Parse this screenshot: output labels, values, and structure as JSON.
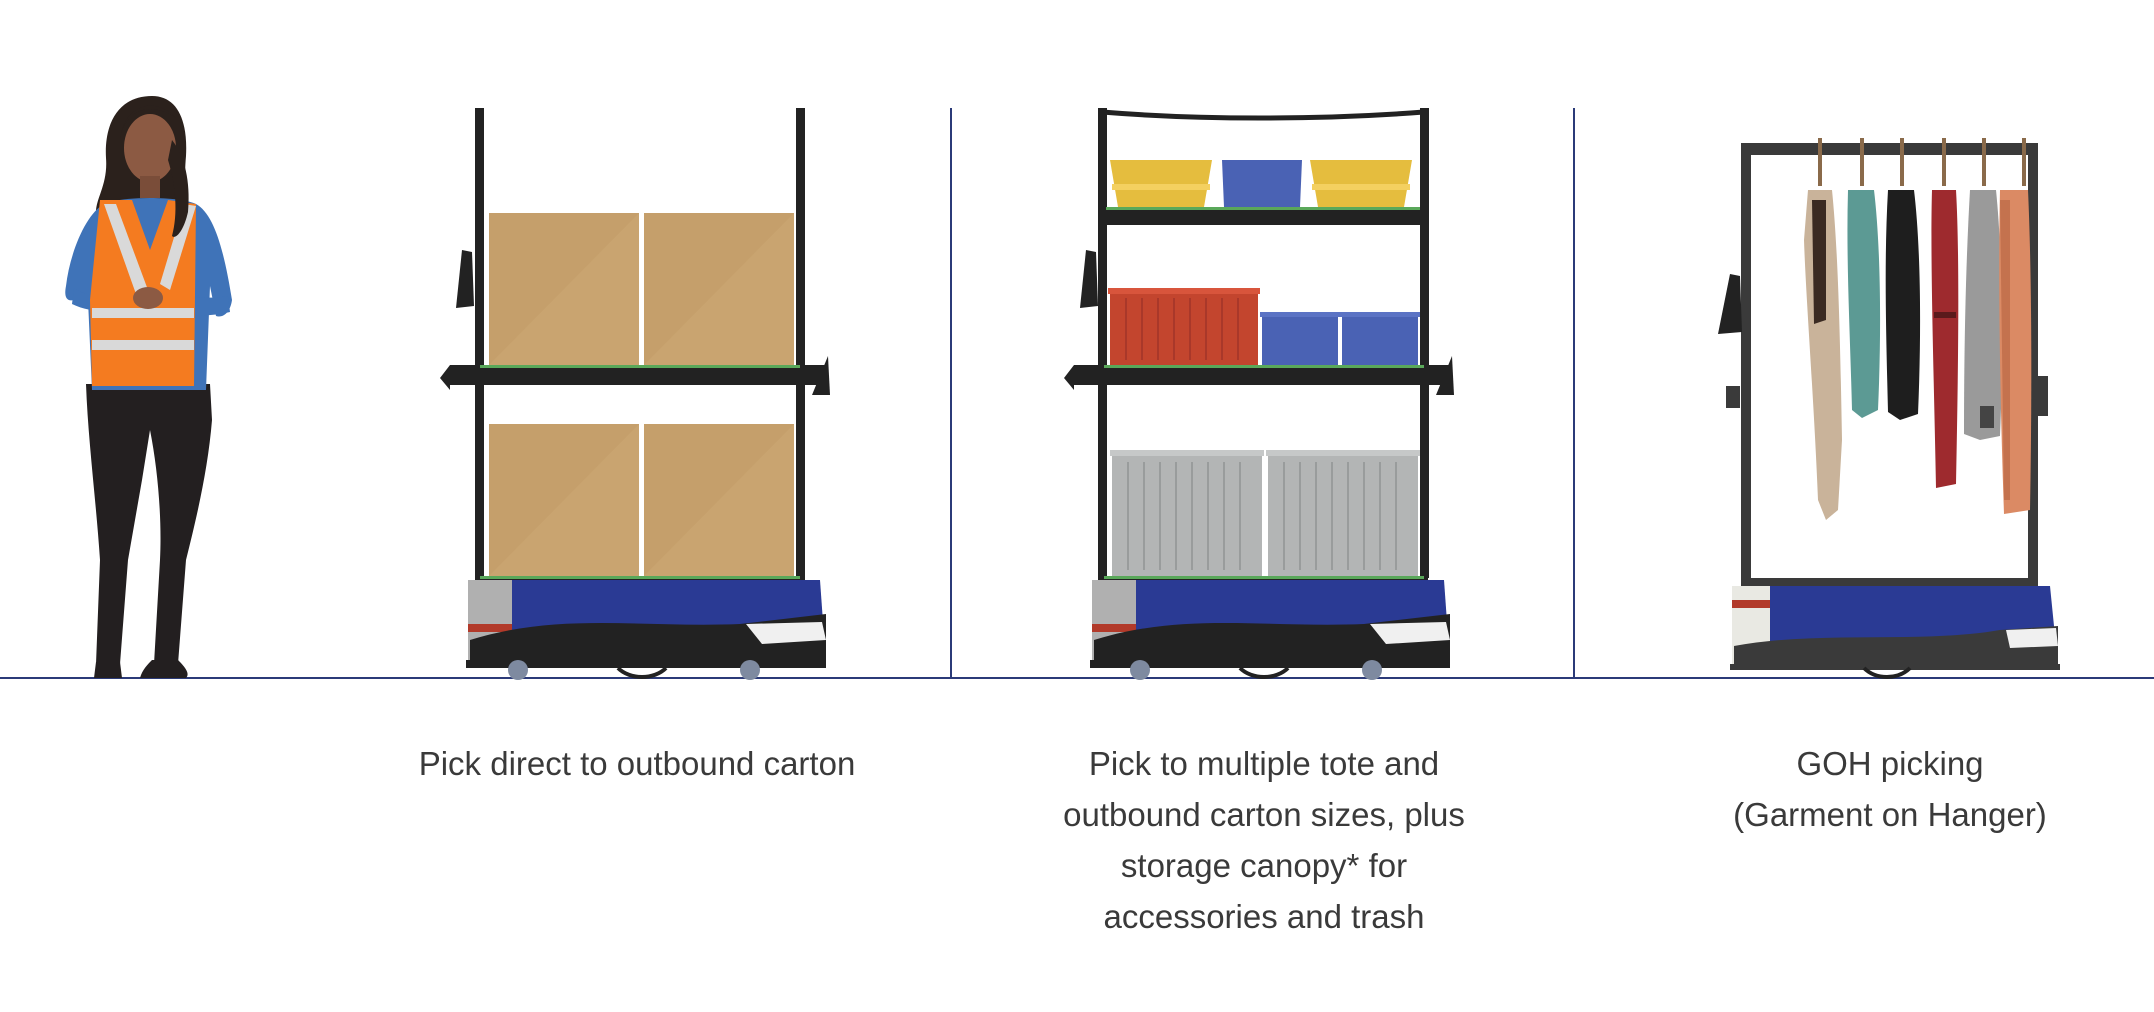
{
  "colors": {
    "baseline": "#2b3a78",
    "divider": "#2b3a78",
    "robot_blue": "#2a3a94",
    "robot_black": "#222222",
    "box_tan": "#c9a470",
    "tote_yellow": "#e5bd3e",
    "tote_blue": "#4a62b4",
    "tote_red": "#c3452e",
    "tote_grey": "#b3b5b5",
    "vest_orange": "#f47b20"
  },
  "captions": [
    {
      "lines": [
        "Pick direct to outbound carton"
      ]
    },
    {
      "lines": [
        "Pick to multiple tote and",
        "outbound carton sizes, plus",
        "storage canopy* for",
        "accessories and trash"
      ]
    },
    {
      "lines": [
        "GOH picking",
        "(Garment on Hanger)"
      ]
    }
  ]
}
